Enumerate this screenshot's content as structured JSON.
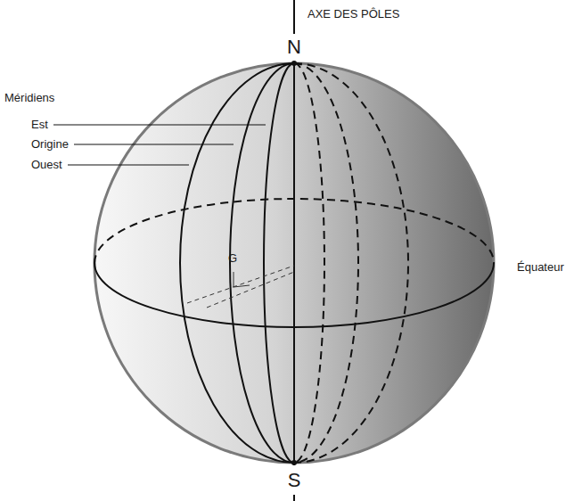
{
  "diagram": {
    "labels": [
      "AXE DES PÔLES",
      "N",
      "S",
      "Méridiens",
      "Est",
      "Origine",
      "Ouest",
      "G",
      "Équateur"
    ]
  }
}
